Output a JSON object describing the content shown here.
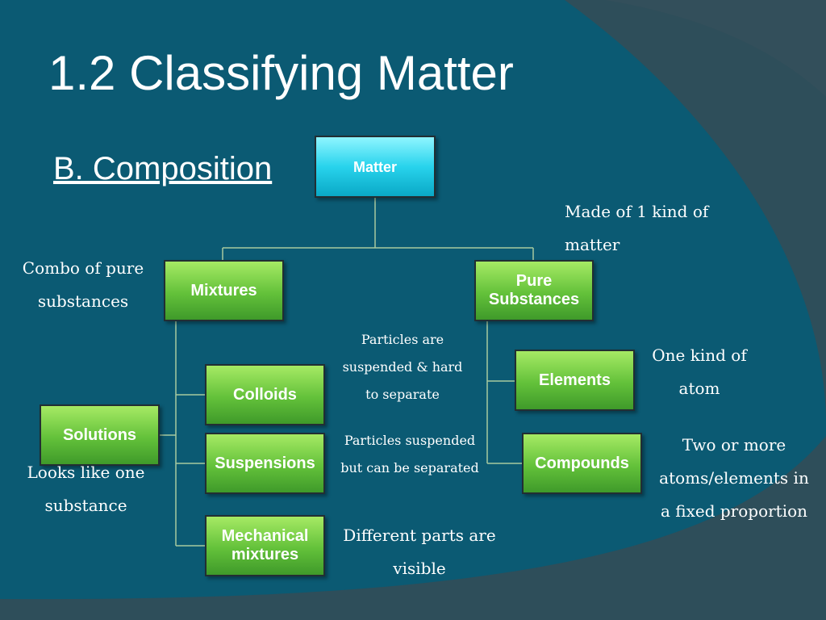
{
  "slide": {
    "title": "1.2 Classifying Matter",
    "subtitle": "B.  Composition",
    "colors": {
      "background": "#0b5a73",
      "box_green": "#63c13a",
      "box_cyan": "#28d3ec",
      "connector": "#a8c9a0",
      "text": "#ffffff"
    }
  },
  "diagram": {
    "nodes": {
      "matter": "Matter",
      "mixtures": "Mixtures",
      "pure_substances": "Pure Substances",
      "colloids": "Colloids",
      "solutions": "Solutions",
      "suspensions": "Suspensions",
      "mechanical_mixtures": "Mechanical mixtures",
      "elements": "Elements",
      "compounds": "Compounds"
    },
    "notes": {
      "mixtures": "Combo of pure\nsubstances",
      "pure_substances": "Made of 1 kind of\nmatter",
      "colloids": "Particles are\nsuspended & hard\nto separate",
      "suspensions": "Particles suspended\nbut can be separated",
      "solutions": "Looks like one\nsubstance",
      "mechanical_mixtures": "Different parts are\nvisible",
      "elements": "One kind of\natom",
      "compounds": "Two or more\natoms/elements in\na fixed proportion"
    }
  }
}
